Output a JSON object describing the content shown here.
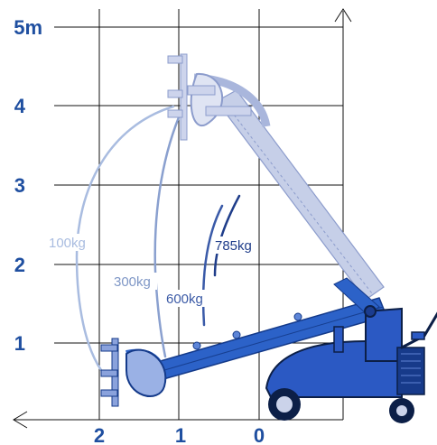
{
  "axes": {
    "y_ticks": [
      {
        "value": 5,
        "label": "5m"
      },
      {
        "value": 4,
        "label": "4"
      },
      {
        "value": 3,
        "label": "3"
      },
      {
        "value": 2,
        "label": "2"
      },
      {
        "value": 1,
        "label": "1"
      }
    ],
    "x_ticks": [
      {
        "value": 2,
        "label": "2"
      },
      {
        "value": 1,
        "label": "1"
      },
      {
        "value": 0,
        "label": "0"
      }
    ]
  },
  "load_curves": [
    {
      "label": "100kg",
      "color": "#9fb4d6"
    },
    {
      "label": "300kg",
      "color": "#7f97c6"
    },
    {
      "label": "600kg",
      "color": "#3b5aa6"
    },
    {
      "label": "785kg",
      "color": "#1f3d8a"
    }
  ],
  "colors": {
    "axis_label": "#1f4fa0",
    "grid": "#111111",
    "boom_lowered": "#2c62c8",
    "boom_raised": "#b9c3e2",
    "machine_body": "#2b59c3",
    "machine_dark": "#0c1f47"
  }
}
